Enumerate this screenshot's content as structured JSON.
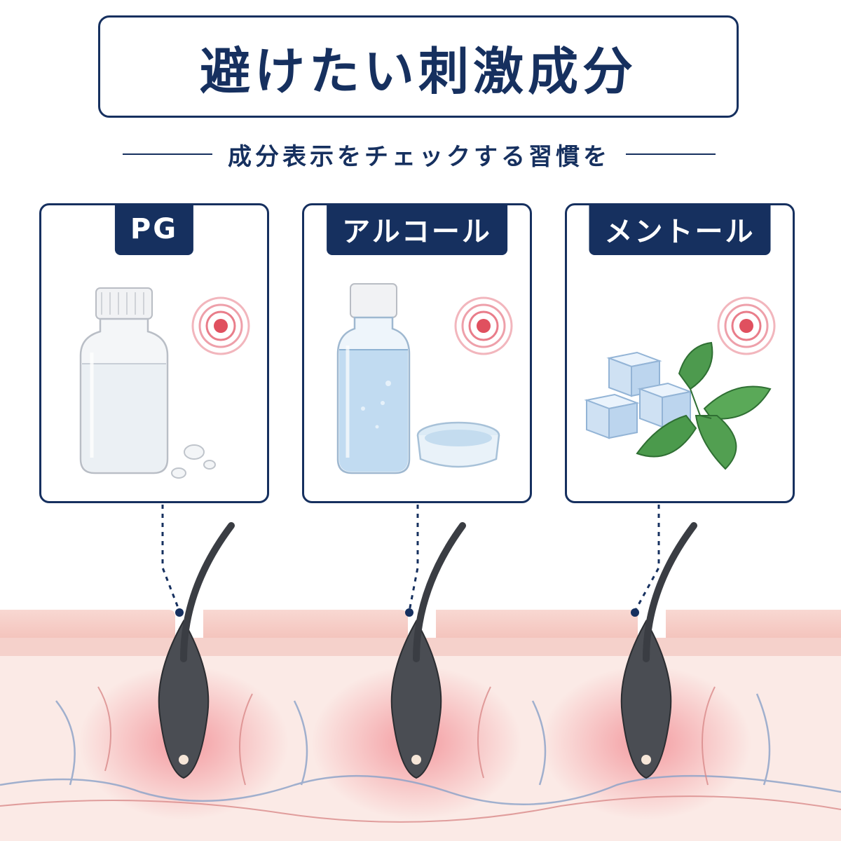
{
  "title": "避けたい刺激成分",
  "subtitle": "成分表示をチェックする習慣を",
  "cards": [
    {
      "label": "PG",
      "icon": "clear-liquid-bottle-icon"
    },
    {
      "label": "アルコール",
      "icon": "alcohol-bottle-icon"
    },
    {
      "label": "メントール",
      "icon": "ice-mint-icon"
    }
  ],
  "colors": {
    "navy": "#16305f",
    "irritation_red": "#e0505f",
    "skin_pink": "#f5c9c4",
    "hair_gray": "#3a3d43"
  }
}
